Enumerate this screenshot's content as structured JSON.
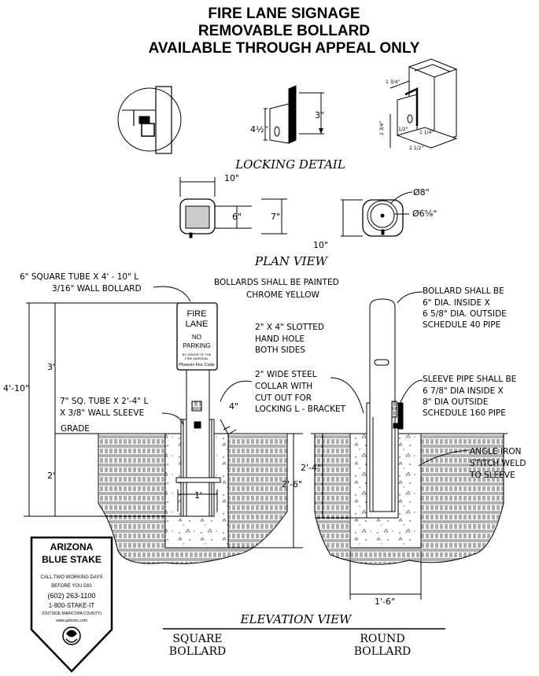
{
  "title": {
    "line1": "FIRE LANE SIGNAGE",
    "line2": "REMOVABLE BOLLARD",
    "line3": "AVAILABLE THROUGH APPEAL ONLY"
  },
  "locking_detail": {
    "label": "LOCKING DETAIL",
    "dim_3": "3\"",
    "dim_4half": "4½\"",
    "iso_dims": [
      "1 3/4\"",
      "2 3/4\"",
      "2 1/2\"",
      "1 1/4\"",
      "1/2\""
    ]
  },
  "plan_view": {
    "label": "PLAN VIEW",
    "square_10": "10\"",
    "square_6": "6\"",
    "square_7": "7\"",
    "round_dia8": "Ø8\"",
    "round_dia658": "Ø6⁵⁄₈\"",
    "round_10": "10\""
  },
  "notes": {
    "square_tube": [
      "6\" SQUARE TUBE X 4' - 10\" L",
      "3/16\" WALL BOLLARD"
    ],
    "painted": [
      "BOLLARDS SHALL BE PAINTED",
      "CHROME YELLOW"
    ],
    "slotted": [
      "2\" X 4\" SLOTTED",
      "HAND HOLE",
      "BOTH SIDES"
    ],
    "collar": [
      "2\" WIDE STEEL",
      "COLLAR WITH",
      "CUT OUT FOR",
      "LOCKING L - BRACKET"
    ],
    "sleeve_sq": [
      "7\" SQ. TUBE X 2'-4\" L",
      "X 3/8\" WALL SLEEVE"
    ],
    "round_bollard": [
      "BOLLARD SHALL BE",
      "6\" DIA. INSIDE X",
      "6 5/8\" DIA. OUTSIDE",
      "SCHEDULE 40 PIPE"
    ],
    "sleeve_round": [
      "SLEEVE PIPE SHALL BE",
      "6 7/8\" DIA INSIDE X",
      "8\" DIA OUTSIDE",
      "SCHEDULE 160 PIPE"
    ],
    "angle_iron": [
      "ANGLE IRON",
      "STITCH WELD",
      "TO SLEEVE"
    ],
    "grade": "GRADE"
  },
  "sign": {
    "line1": "FIRE",
    "line2": "LANE",
    "line3": "NO",
    "line4": "PARKING",
    "small1": "BY ORDER OF THE",
    "small2": "FIRE MARSHAL",
    "code": "Phoenix Fire Code"
  },
  "dims": {
    "d3ft": "3'",
    "d4ft10": "4'-10\"",
    "d2ft": "2'",
    "d1ft": "1'",
    "d4in": "4\"",
    "d2ft6": "2'-6\"",
    "d2ft4": "2'-4\"",
    "d1ft6": "1'-6\""
  },
  "elevation": {
    "label": "ELEVATION VIEW",
    "square": [
      "SQUARE",
      "BOLLARD"
    ],
    "round": [
      "ROUND",
      "BOLLARD"
    ]
  },
  "blue_stake": {
    "line1": "ARIZONA",
    "line2": "BLUE STAKE",
    "line3": "CALL TWO WORKING DAYS",
    "line4": "BEFORE YOU DIG",
    "phone": "(602) 263-1100",
    "phone2": "1-800-STAKE-IT",
    "outside": "(OUTSIDE MARICOPA COUNTY)",
    "web": "www.azbsinc.com"
  }
}
